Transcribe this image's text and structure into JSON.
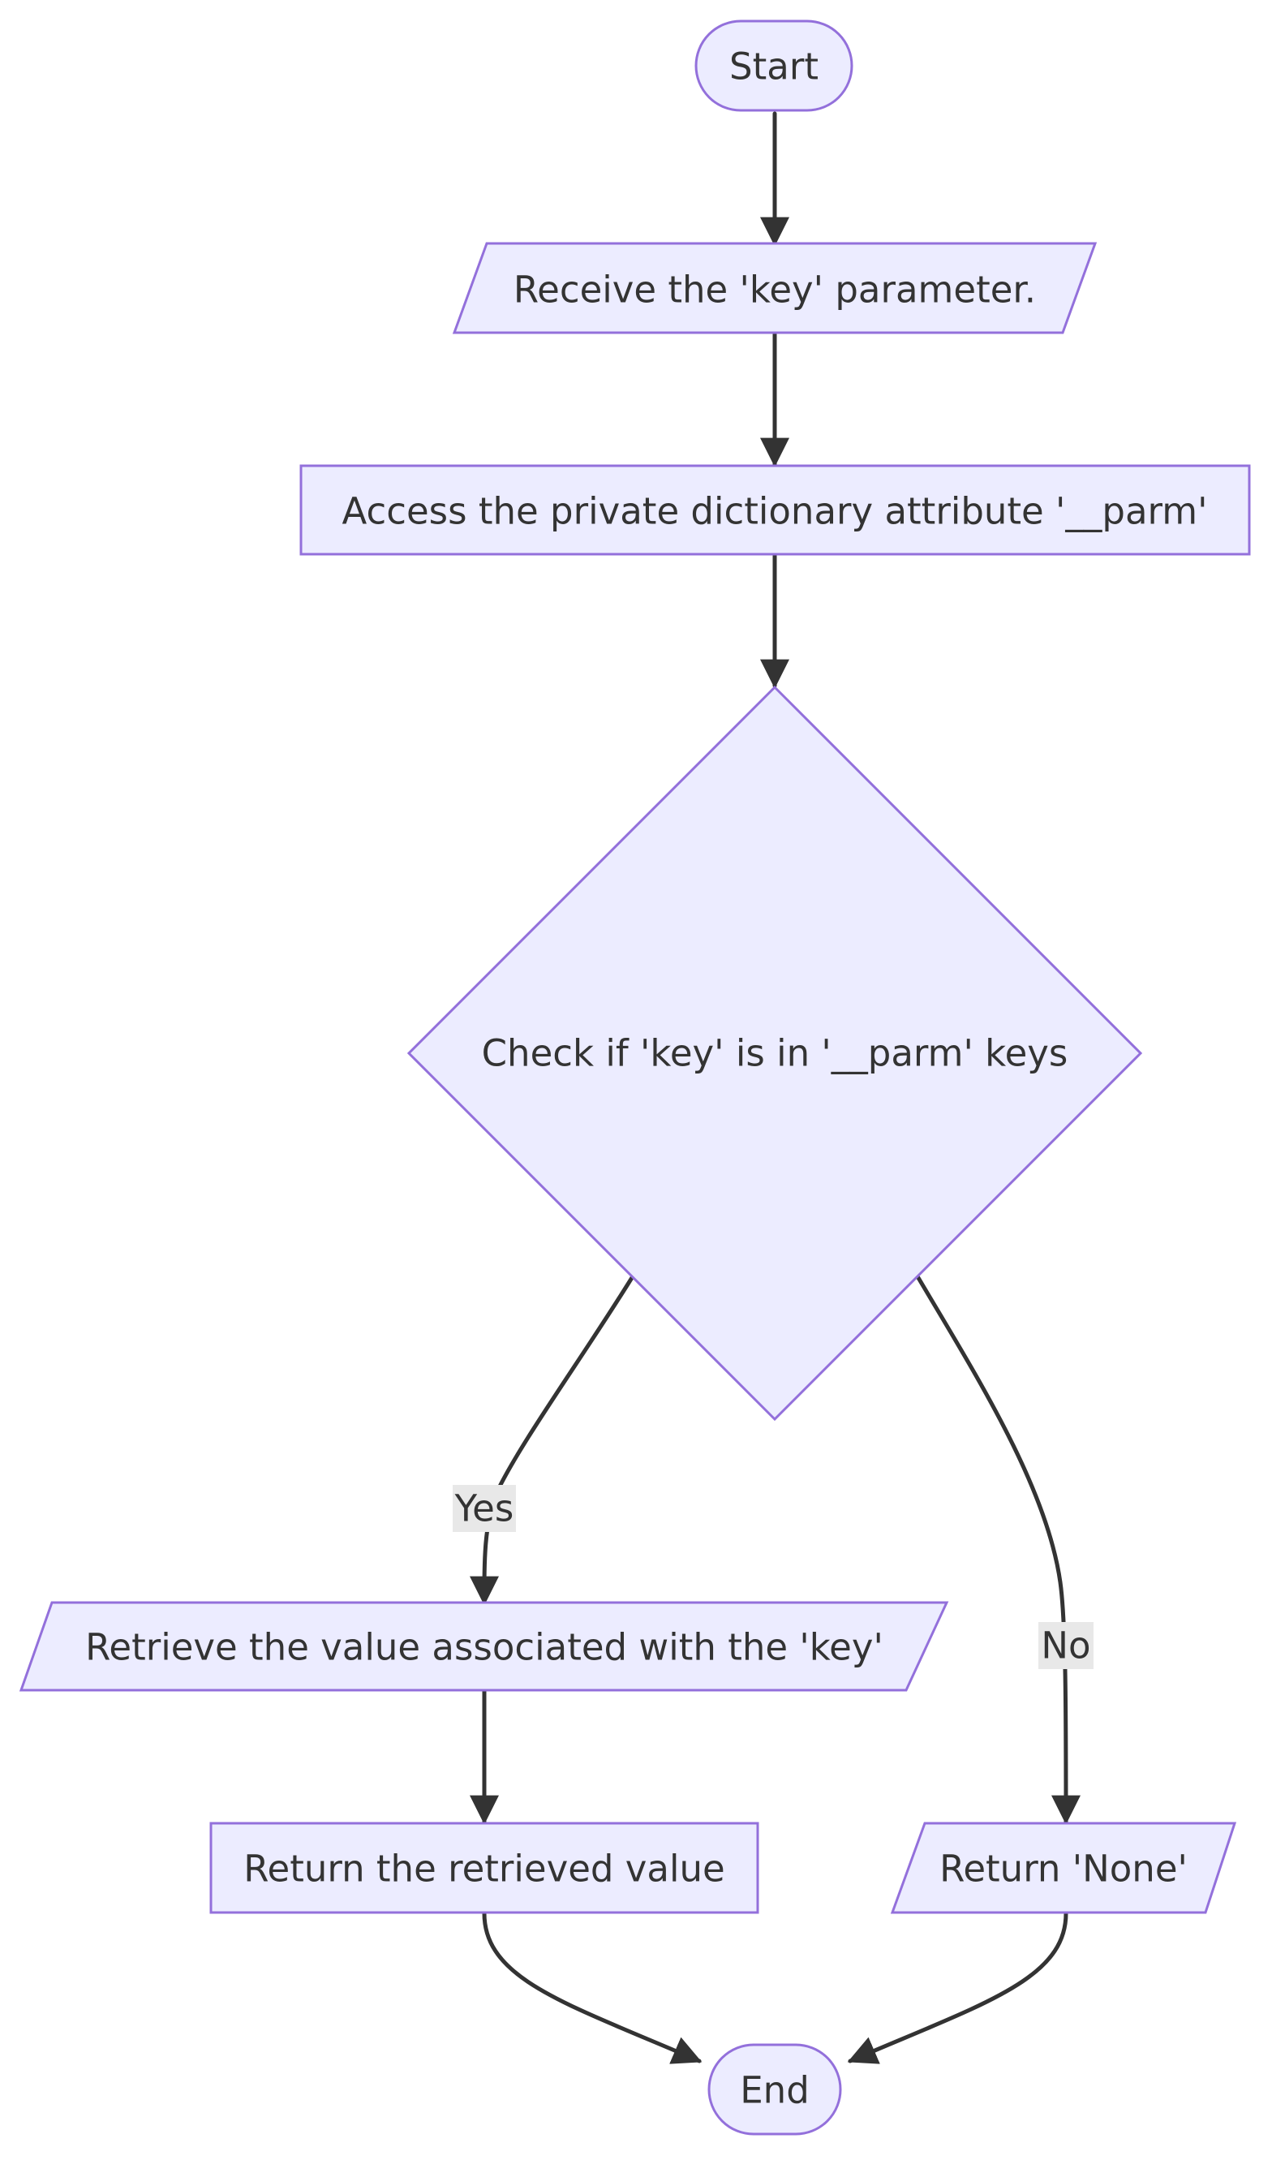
{
  "diagram": {
    "type": "flowchart",
    "colors": {
      "node_fill": "#ECECFF",
      "node_stroke": "#9370DB",
      "edge": "#333333",
      "label_bg": "#e8e8e8",
      "text": "#333333"
    },
    "nodes": {
      "start": {
        "label": "Start",
        "shape": "terminator"
      },
      "receive_key": {
        "label": "Receive the 'key' parameter.",
        "shape": "parallelogram"
      },
      "access_parm": {
        "label": "Access the private dictionary attribute '__parm'",
        "shape": "rectangle"
      },
      "check_key": {
        "label": "Check if 'key' is in '__parm' keys",
        "shape": "diamond"
      },
      "retrieve_value": {
        "label": "Retrieve the value associated with the 'key'",
        "shape": "parallelogram"
      },
      "return_value": {
        "label": "Return the retrieved value",
        "shape": "rectangle"
      },
      "return_none": {
        "label": "Return 'None'",
        "shape": "parallelogram"
      },
      "end": {
        "label": "End",
        "shape": "terminator"
      }
    },
    "edges": [
      {
        "from": "start",
        "to": "receive_key",
        "label": ""
      },
      {
        "from": "receive_key",
        "to": "access_parm",
        "label": ""
      },
      {
        "from": "access_parm",
        "to": "check_key",
        "label": ""
      },
      {
        "from": "check_key",
        "to": "retrieve_value",
        "label": "Yes"
      },
      {
        "from": "check_key",
        "to": "return_none",
        "label": "No"
      },
      {
        "from": "retrieve_value",
        "to": "return_value",
        "label": ""
      },
      {
        "from": "return_value",
        "to": "end",
        "label": ""
      },
      {
        "from": "return_none",
        "to": "end",
        "label": ""
      }
    ]
  }
}
